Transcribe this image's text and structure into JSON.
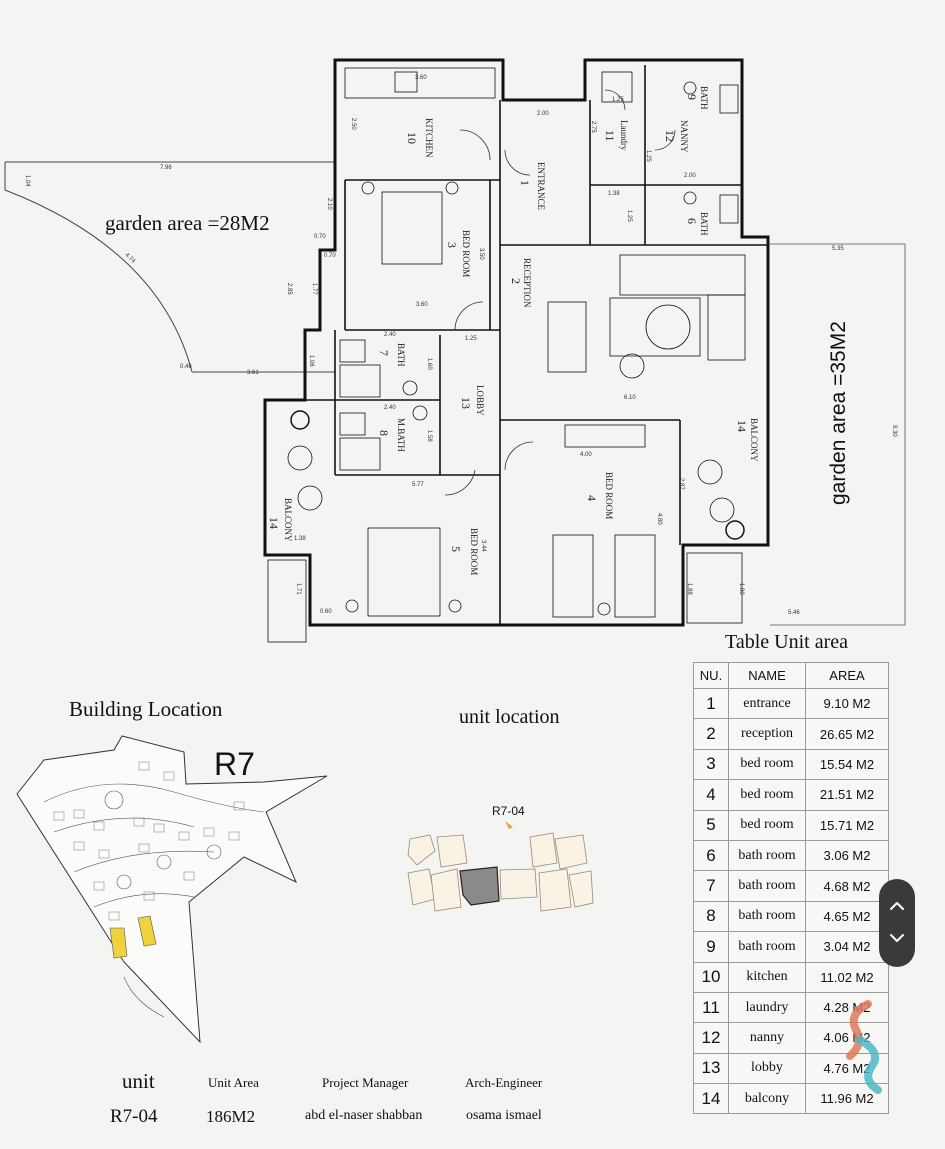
{
  "plan": {
    "garden_left": "garden area =28M2",
    "garden_right": "garden area =35M2",
    "rooms": [
      {
        "label": "KITCHEN",
        "num": "10"
      },
      {
        "label": "ENTRANCE",
        "num": "1"
      },
      {
        "label": "Laundry",
        "num": "11"
      },
      {
        "label": "NANNY",
        "num": "12"
      },
      {
        "label": "BATH",
        "num": "9"
      },
      {
        "label": "BATH",
        "num": "6"
      },
      {
        "label": "BED ROOM",
        "num": "3"
      },
      {
        "label": "RECEPTION",
        "num": "2"
      },
      {
        "label": "BATH",
        "num": "7"
      },
      {
        "label": "LOBBY",
        "num": "13"
      },
      {
        "label": "M.BATH",
        "num": "8"
      },
      {
        "label": "BALCONY",
        "num": "14"
      },
      {
        "label": "BALCONY",
        "num": "14"
      },
      {
        "label": "BED ROOM",
        "num": "5"
      },
      {
        "label": "BED ROOM",
        "num": "4"
      }
    ],
    "dims": [
      "3.60",
      "2.00",
      "2.50",
      "2.75",
      "1.25",
      "2.10",
      "3.50",
      "0.70",
      "0.70",
      "2.85",
      "1.77",
      "3.60",
      "1.25",
      "2.40",
      "1.60",
      "2.40",
      "1.58",
      "5.77",
      "3.44",
      "4.80",
      "6.10",
      "4.00",
      "2.87",
      "5.35",
      "9.30",
      "7.96",
      "1.04",
      "4.74",
      "0.46",
      "3.61",
      "1.38",
      "1.71",
      "0.60",
      "1.80",
      "5.46",
      "1.88",
      "1.38",
      "2.00",
      "1.25",
      "1.25",
      "1.06"
    ]
  },
  "table": {
    "title": "Table Unit area",
    "headers": {
      "nu": "NU.",
      "name": "NAME",
      "area": "AREA"
    },
    "rows": [
      {
        "nu": "1",
        "name": "entrance",
        "area": "9.10 M2"
      },
      {
        "nu": "2",
        "name": "reception",
        "area": "26.65 M2"
      },
      {
        "nu": "3",
        "name": "bed room",
        "area": "15.54 M2"
      },
      {
        "nu": "4",
        "name": "bed room",
        "area": "21.51 M2"
      },
      {
        "nu": "5",
        "name": "bed room",
        "area": "15.71 M2"
      },
      {
        "nu": "6",
        "name": "bath room",
        "area": "3.06 M2"
      },
      {
        "nu": "7",
        "name": "bath room",
        "area": "4.68 M2"
      },
      {
        "nu": "8",
        "name": "bath room",
        "area": "4.65 M2"
      },
      {
        "nu": "9",
        "name": "bath room",
        "area": "3.04 M2"
      },
      {
        "nu": "10",
        "name": "kitchen",
        "area": "11.02 M2"
      },
      {
        "nu": "11",
        "name": "laundry",
        "area": "4.28 M2"
      },
      {
        "nu": "12",
        "name": "nanny",
        "area": "4.06 M2"
      },
      {
        "nu": "13",
        "name": "lobby",
        "area": "4.76 M2"
      },
      {
        "nu": "14",
        "name": "balcony",
        "area": "11.96 M2"
      }
    ]
  },
  "building": {
    "title": "Building Location",
    "code": "R7"
  },
  "unit_location": {
    "title": "unit location",
    "marker": "R7-04"
  },
  "info": {
    "unit_label": "unit",
    "unit_value": "R7-04",
    "area_label": "Unit Area",
    "area_value": "186M2",
    "pm_label": "Project Manager",
    "pm_value": "abd el-naser shabban",
    "eng_label": "Arch-Engineer",
    "eng_value": "osama ismael"
  },
  "colors": {
    "wall": "#111111",
    "highlight": "#f2d23c",
    "unit_fill": "#8a8a8a",
    "pill": "#3a3a3c"
  },
  "icons": [
    "chevron-up-icon",
    "chevron-down-icon",
    "watermark-logo-icon"
  ]
}
